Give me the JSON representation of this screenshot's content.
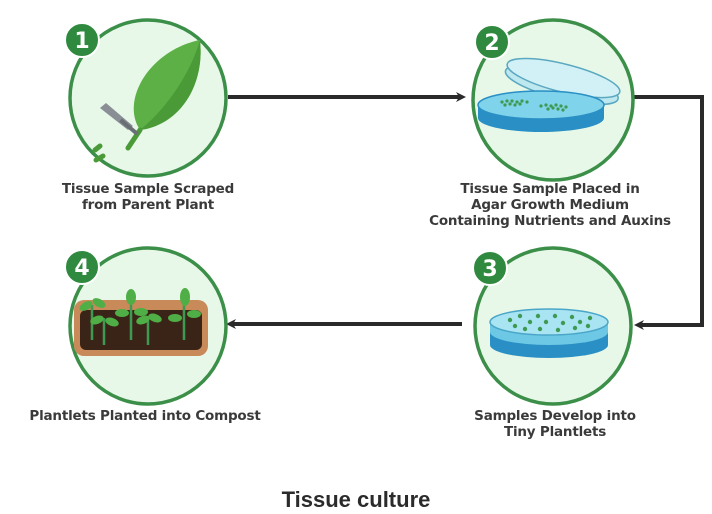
{
  "colors": {
    "circle_fill": "#e7f8e8",
    "circle_stroke": "#3b8f48",
    "badge": "#2f8a3f",
    "arrow": "#2a2a2a",
    "text": "#3a3a3a"
  },
  "steps": [
    {
      "number": "1",
      "label": "Tissue Sample Scraped\nfrom Parent Plant",
      "icon": "leaf-cutting-icon"
    },
    {
      "number": "2",
      "label": "Tissue Sample Placed in\nAgar Growth Medium\nContaining Nutrients and Auxins",
      "icon": "petri-dish-icon"
    },
    {
      "number": "3",
      "label": "Samples Develop into\nTiny Plantlets",
      "icon": "petri-dish-plantlets-icon"
    },
    {
      "number": "4",
      "label": "Plantlets Planted into Compost",
      "icon": "seedling-tray-icon"
    }
  ],
  "caption": "Tissue culture"
}
